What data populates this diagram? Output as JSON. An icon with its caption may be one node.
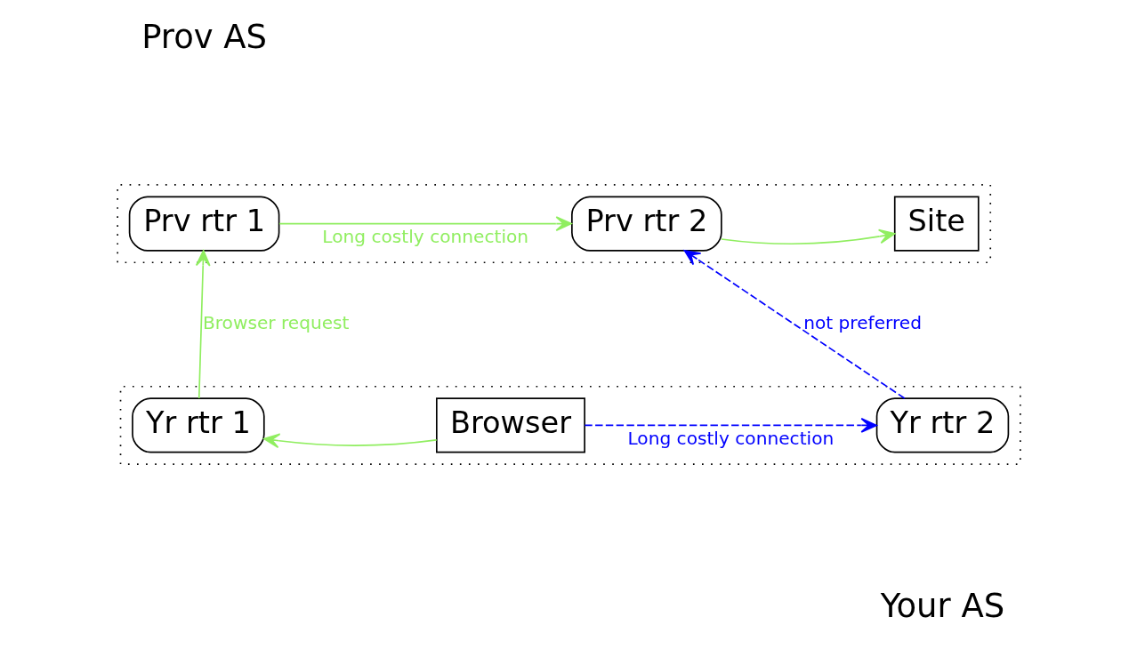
{
  "diagram": {
    "nodes": [
      {
        "text": [],
        "shape": "box"
      },
      {
        "text": [
          "Prv rtr 1"
        ],
        "in": 0
      },
      {
        "text": [
          "Prv rtr 2"
        ],
        "in": 0
      },
      {
        "text": [
          "Site"
        ],
        "in": 0
      },
      {
        "text": [],
        "shape": "box"
      },
      {
        "text": [
          "Yr rtr 1"
        ],
        "in": 4
      },
      {
        "text": [
          "Browser"
        ],
        "in": 4
      },
      {
        "text": [
          "Yr rtr 2"
        ],
        "in": 4
      }
    ],
    "edges": [
      {
        "from": 1,
        "to": 2,
        "arrow": "to",
        "label": "Long costly connection"
      },
      {
        "from": 2,
        "to": 3,
        "arrow": "to"
      },
      {
        "from": 5,
        "to": 1,
        "arrow": "to",
        "label": "Browser request"
      },
      {
        "from": 6,
        "to": 5,
        "arrow": "to"
      },
      {
        "from": 6,
        "to": 7,
        "arrow": "to",
        "label": "Long costly connection",
        "style": "dashed",
        "color": "#0000ff"
      },
      {
        "from": 7,
        "to": 2,
        "arrow": "to",
        "label": "not preferred",
        "style": "dashed",
        "color": "#0000ff"
      }
    ],
    "labels": [
      "Prov AS",
      "Your AS"
    ]
  }
}
